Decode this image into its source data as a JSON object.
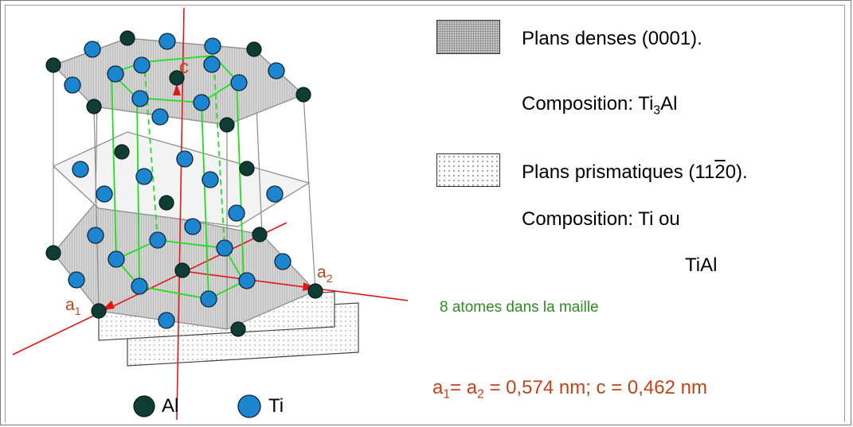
{
  "legend": {
    "dense_planes": "Plans denses (0001).",
    "dense_composition_prefix": "Composition: Ti",
    "dense_composition_sub": "3",
    "dense_composition_suffix": "Al",
    "prism_planes_prefix": "Plans prismatiques (11",
    "prism_planes_bar_digit": "2",
    "prism_planes_suffix": "0).",
    "prism_composition": "Composition: Ti ou",
    "prism_composition_alt": "TiAl",
    "atoms_note": "8 atomes dans la maille",
    "params": {
      "a1_letter": "a",
      "a1_sub": "1",
      "eq1": "= ",
      "a2_letter": "a",
      "a2_sub": "2",
      "rest": " = 0,574 nm; c = 0,462 nm"
    },
    "atom_al": "Al",
    "atom_ti": "Ti"
  },
  "axes": {
    "c": "c",
    "a1_letter": "a",
    "a1_sub": "1",
    "a2_letter": "a",
    "a2_sub": "2"
  },
  "colors": {
    "al_atom": "#0f3d36",
    "ti_atom": "#1b86cf",
    "axis": "#e01818",
    "cell": "#22dd22",
    "edges": "#8c8c8c",
    "label_red": "#c0431a",
    "note_green": "#2e8b22"
  }
}
